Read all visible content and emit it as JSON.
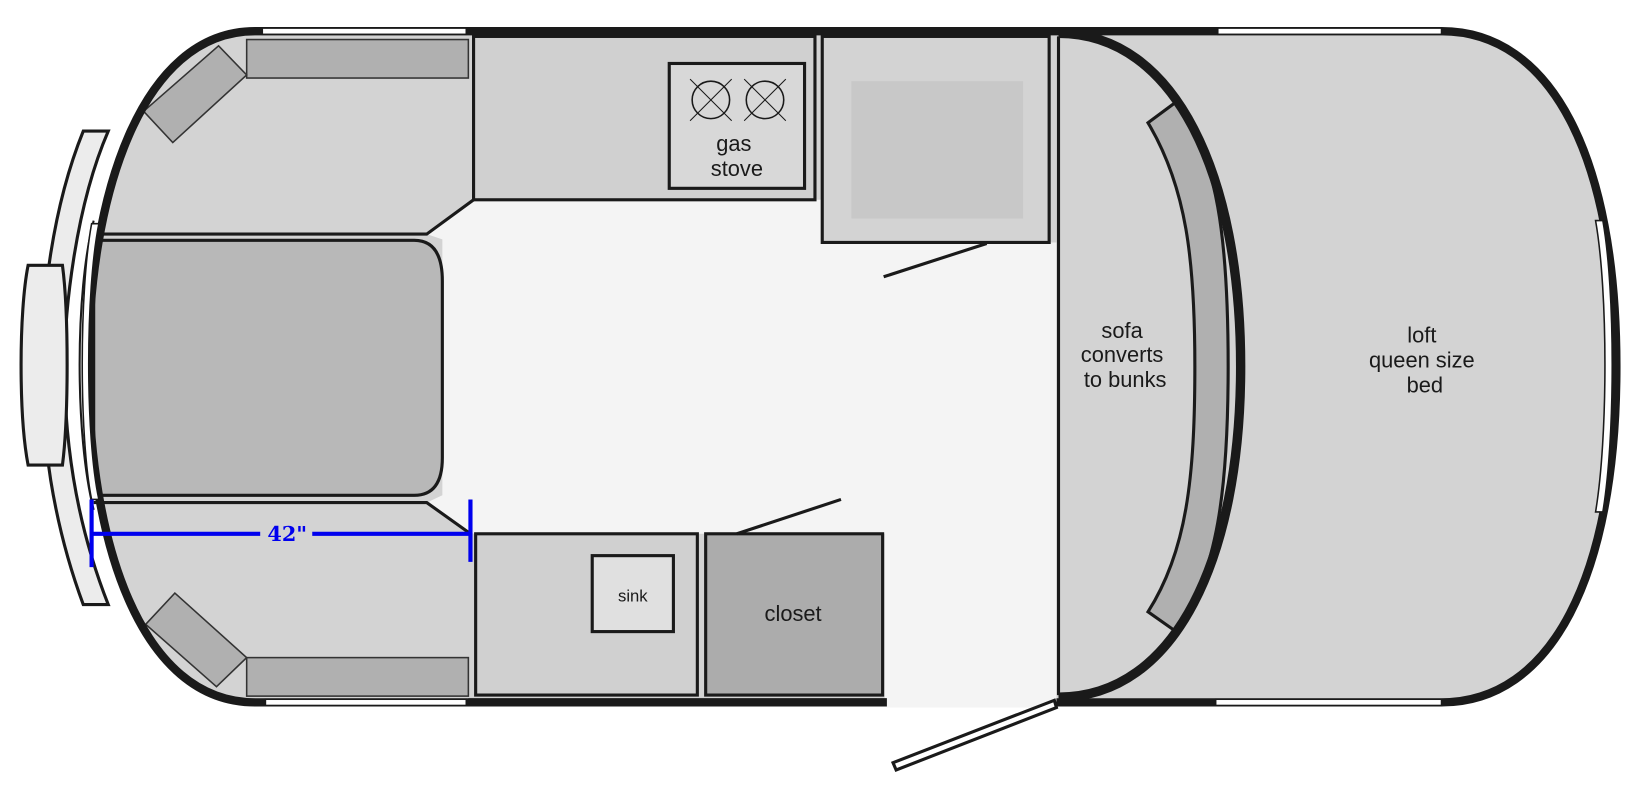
{
  "plan": {
    "labels": {
      "stove_line1": "gas",
      "stove_line2": "stove",
      "sink": "sink",
      "closet": "closet",
      "sofa_line1": "sofa",
      "sofa_line2": "converts",
      "sofa_line3": "to bunks",
      "bed_line1": "loft",
      "bed_line2": "queen size",
      "bed_line3": "bed"
    },
    "dimension": "42\""
  },
  "colors": {
    "wall": "#1a1a1a",
    "interior": "#d3d3d3",
    "floor": "#f4f4f4",
    "cushion": "#b0b0b0",
    "dimension": "#0000ee"
  }
}
